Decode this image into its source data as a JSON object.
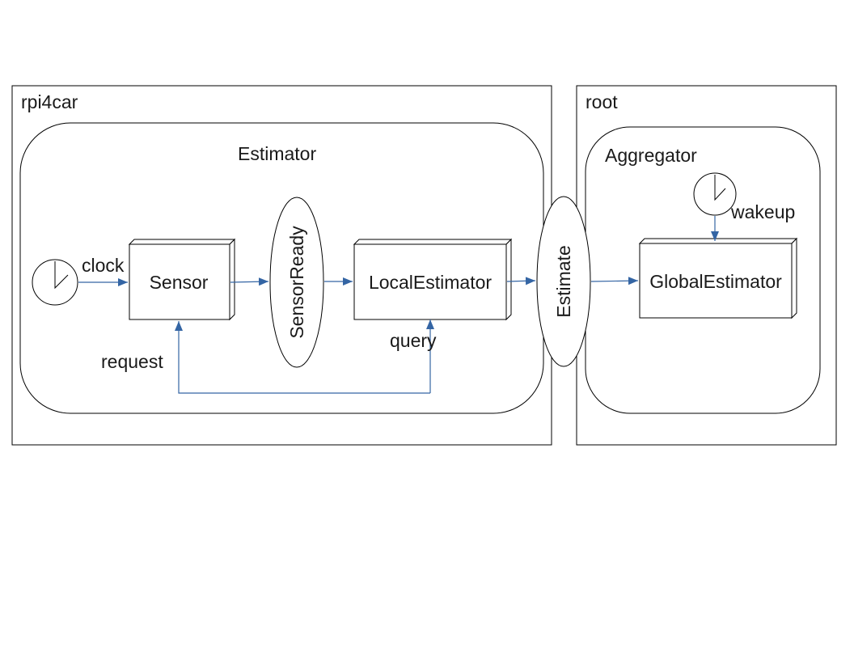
{
  "colors": {
    "connector": "#3465a4",
    "outline": "#000000",
    "text": "#1a1a1a"
  },
  "nodes": {
    "rpi4car": "rpi4car",
    "root": "root",
    "estimator": "Estimator",
    "aggregator": "Aggregator",
    "sensor": "Sensor",
    "sensor_ready": "SensorReady",
    "local_estimator": "LocalEstimator",
    "estimate": "Estimate",
    "global_estimator": "GlobalEstimator"
  },
  "edge_labels": {
    "clock": "clock",
    "request": "request",
    "query": "query",
    "wakeup": "wakeup"
  },
  "icons": {
    "clock_left": "clock-icon",
    "clock_right": "clock-icon"
  }
}
